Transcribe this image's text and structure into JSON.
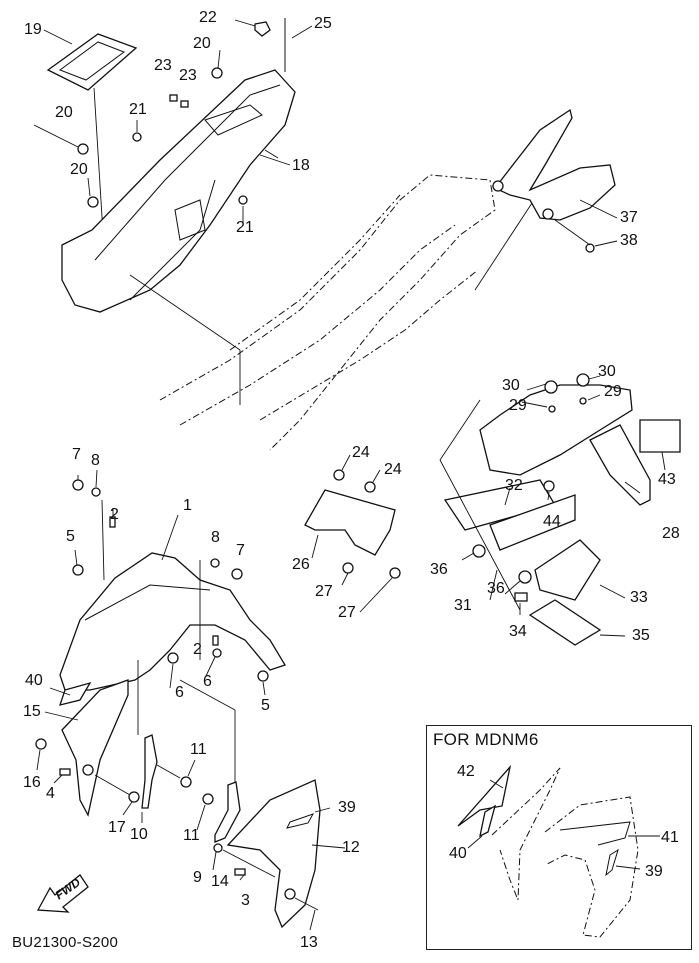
{
  "diagram": {
    "title_code": "BU21300-S200",
    "fwd_arrow_label": "FWD",
    "inset": {
      "title": "FOR MDNM6",
      "callouts": [
        "42",
        "40",
        "41",
        "39"
      ]
    },
    "callouts": [
      {
        "id": "c19",
        "label": "19"
      },
      {
        "id": "c22",
        "label": "22"
      },
      {
        "id": "c25",
        "label": "25"
      },
      {
        "id": "c20a",
        "label": "20"
      },
      {
        "id": "c23a",
        "label": "23"
      },
      {
        "id": "c23b",
        "label": "23"
      },
      {
        "id": "c21a",
        "label": "21"
      },
      {
        "id": "c20b",
        "label": "20"
      },
      {
        "id": "c20c",
        "label": "20"
      },
      {
        "id": "c18",
        "label": "18"
      },
      {
        "id": "c21b",
        "label": "21"
      },
      {
        "id": "c37",
        "label": "37"
      },
      {
        "id": "c38",
        "label": "38"
      },
      {
        "id": "c30a",
        "label": "30"
      },
      {
        "id": "c30b",
        "label": "30"
      },
      {
        "id": "c29a",
        "label": "29"
      },
      {
        "id": "c29b",
        "label": "29"
      },
      {
        "id": "c43",
        "label": "43"
      },
      {
        "id": "c32",
        "label": "32"
      },
      {
        "id": "c44",
        "label": "44"
      },
      {
        "id": "c28",
        "label": "28"
      },
      {
        "id": "c36a",
        "label": "36"
      },
      {
        "id": "c36b",
        "label": "36"
      },
      {
        "id": "c31",
        "label": "31"
      },
      {
        "id": "c33",
        "label": "33"
      },
      {
        "id": "c34",
        "label": "34"
      },
      {
        "id": "c35",
        "label": "35"
      },
      {
        "id": "c24a",
        "label": "24"
      },
      {
        "id": "c24b",
        "label": "24"
      },
      {
        "id": "c26",
        "label": "26"
      },
      {
        "id": "c27a",
        "label": "27"
      },
      {
        "id": "c27b",
        "label": "27"
      },
      {
        "id": "c7a",
        "label": "7"
      },
      {
        "id": "c8a",
        "label": "8"
      },
      {
        "id": "c2a",
        "label": "2"
      },
      {
        "id": "c1",
        "label": "1"
      },
      {
        "id": "c5a",
        "label": "5"
      },
      {
        "id": "c8b",
        "label": "8"
      },
      {
        "id": "c7b",
        "label": "7"
      },
      {
        "id": "c2b",
        "label": "2"
      },
      {
        "id": "c6a",
        "label": "6"
      },
      {
        "id": "c6b",
        "label": "6"
      },
      {
        "id": "c5b",
        "label": "5"
      },
      {
        "id": "c40",
        "label": "40"
      },
      {
        "id": "c15",
        "label": "15"
      },
      {
        "id": "c16",
        "label": "16"
      },
      {
        "id": "c4",
        "label": "4"
      },
      {
        "id": "c17",
        "label": "17"
      },
      {
        "id": "c10",
        "label": "10"
      },
      {
        "id": "c11a",
        "label": "11"
      },
      {
        "id": "c11b",
        "label": "11"
      },
      {
        "id": "c9",
        "label": "9"
      },
      {
        "id": "c14",
        "label": "14"
      },
      {
        "id": "c3",
        "label": "3"
      },
      {
        "id": "c39",
        "label": "39"
      },
      {
        "id": "c12",
        "label": "12"
      },
      {
        "id": "c13",
        "label": "13"
      }
    ]
  }
}
